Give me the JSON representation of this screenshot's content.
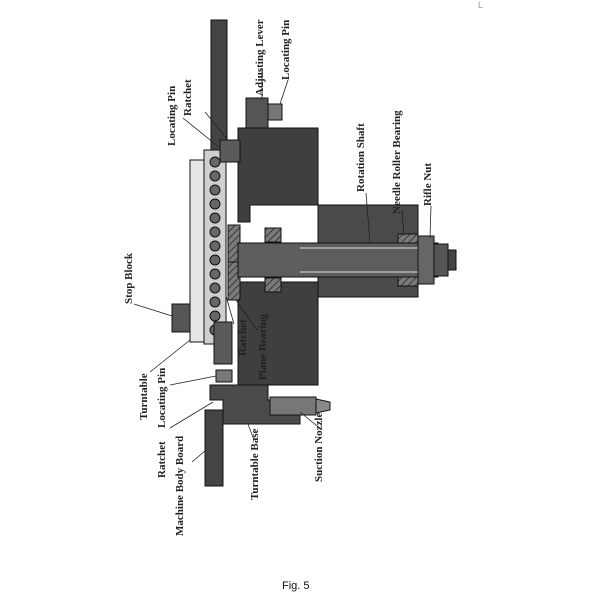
{
  "figure": {
    "caption": "Fig. 5",
    "corner_mark": "L"
  },
  "labels": {
    "adjusting_lever": "Adjusting Lever",
    "locating_pin_top_right": "Locating Pin",
    "locating_pin_top_left": "Locating Pin",
    "ratchet_top": "Ratchet",
    "rotation_shaft": "Rotation Shaft",
    "needle_roller_bearing": "Needle Roller Bearing",
    "rifle_nut": "Rifle Nut",
    "stop_block": "Stop Block",
    "ratchet_mid": "Ratchet",
    "plane_bearing": "Plane Bearing",
    "turntable": "Turntable",
    "locating_pin_bottom": "Locating Pin",
    "ratchet_bottom": "Ratchet",
    "machine_body_board": "Machine Body Board",
    "turntable_base": "Turntable Base",
    "suction_nozzle": "Suction Nozzle"
  },
  "colors": {
    "dark_part": "#3f3f3f",
    "mid_part": "#6b6b6b",
    "light_part": "#d9d9d9",
    "outline": "#1a1a1a"
  }
}
